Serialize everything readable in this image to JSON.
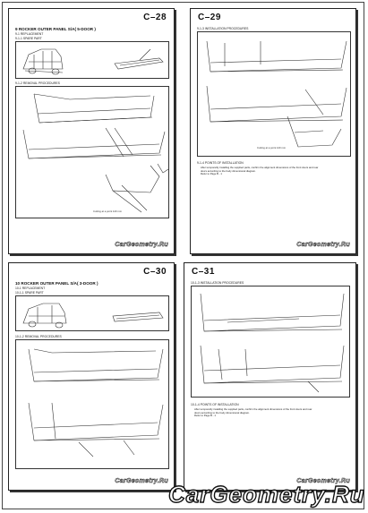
{
  "pages": {
    "top_left": {
      "page_number": "C–28",
      "title": "9  ROCKER OUTER PANEL S/A( 5-DOOR )",
      "section": "9-1  REPLACEMENT",
      "spare_part": "9-1-1  SPARE PART",
      "procedure": "9-1-2  REMOVAL PROCEDURES",
      "callout": "Cutting at a point 120 mm",
      "footer_logo": "CarGeometry.Ru"
    },
    "top_right": {
      "page_number": "C–29",
      "procedure": "9-1-3  INSTALLATION PROCEDURES",
      "callout": "Cutting at a point 120 mm",
      "points_heading": "9-1-4  POINTS OF INSTALLATION",
      "points_lines": [
        "After temporarily installing the supplied parts, confirm the alignment dimensions of the front doors and rear",
        "doors according to the body dimensional diagram.",
        "Refer to Page B - 1"
      ],
      "footer_logo": "CarGeometry.Ru"
    },
    "bottom_left": {
      "page_number": "C–30",
      "title": "10  ROCKER OUTER PANEL S/A( 3-DOOR )",
      "section": "10-1  REPLACEMENT",
      "spare_part": "10-1-1  SPARE PART",
      "procedure": "10-1-2  REMOVAL PROCEDURES",
      "footer_logo": "CarGeometry.Ru"
    },
    "bottom_right": {
      "page_number": "C–31",
      "procedure": "10-1-3  INSTALLATION PROCEDURES",
      "points_heading": "10-1-4  POINTS OF INSTALLATION",
      "points_lines": [
        "After temporarily installing the supplied parts, confirm the alignment dimensions of the front doors and rear",
        "doors according to the body dimensional diagram.",
        "Refer to Page B - 1"
      ],
      "footer_logo": "CarGeometry.Ru"
    }
  },
  "watermark": "CarGeometry.Ru"
}
